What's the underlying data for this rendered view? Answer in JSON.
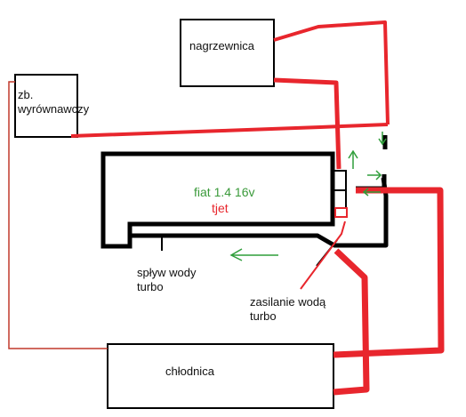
{
  "labels": {
    "heater": "nagrzewnica",
    "expansion_tank_line1": "zb.",
    "expansion_tank_line2": "wyrównawczy",
    "engine_model": "fiat 1.4 16v",
    "engine_variant": "tjet",
    "turbo_drain_line1": "spływ wody",
    "turbo_drain_line2": "turbo",
    "turbo_supply_line1": "zasilanie wodą",
    "turbo_supply_line2": "turbo",
    "radiator": "chłodnica"
  },
  "colors": {
    "outline": "#000000",
    "hose_red": "#e8262d",
    "arrow_green": "#2f9e3a",
    "text_green": "#3a9a3a",
    "text_red": "#e8262d"
  }
}
